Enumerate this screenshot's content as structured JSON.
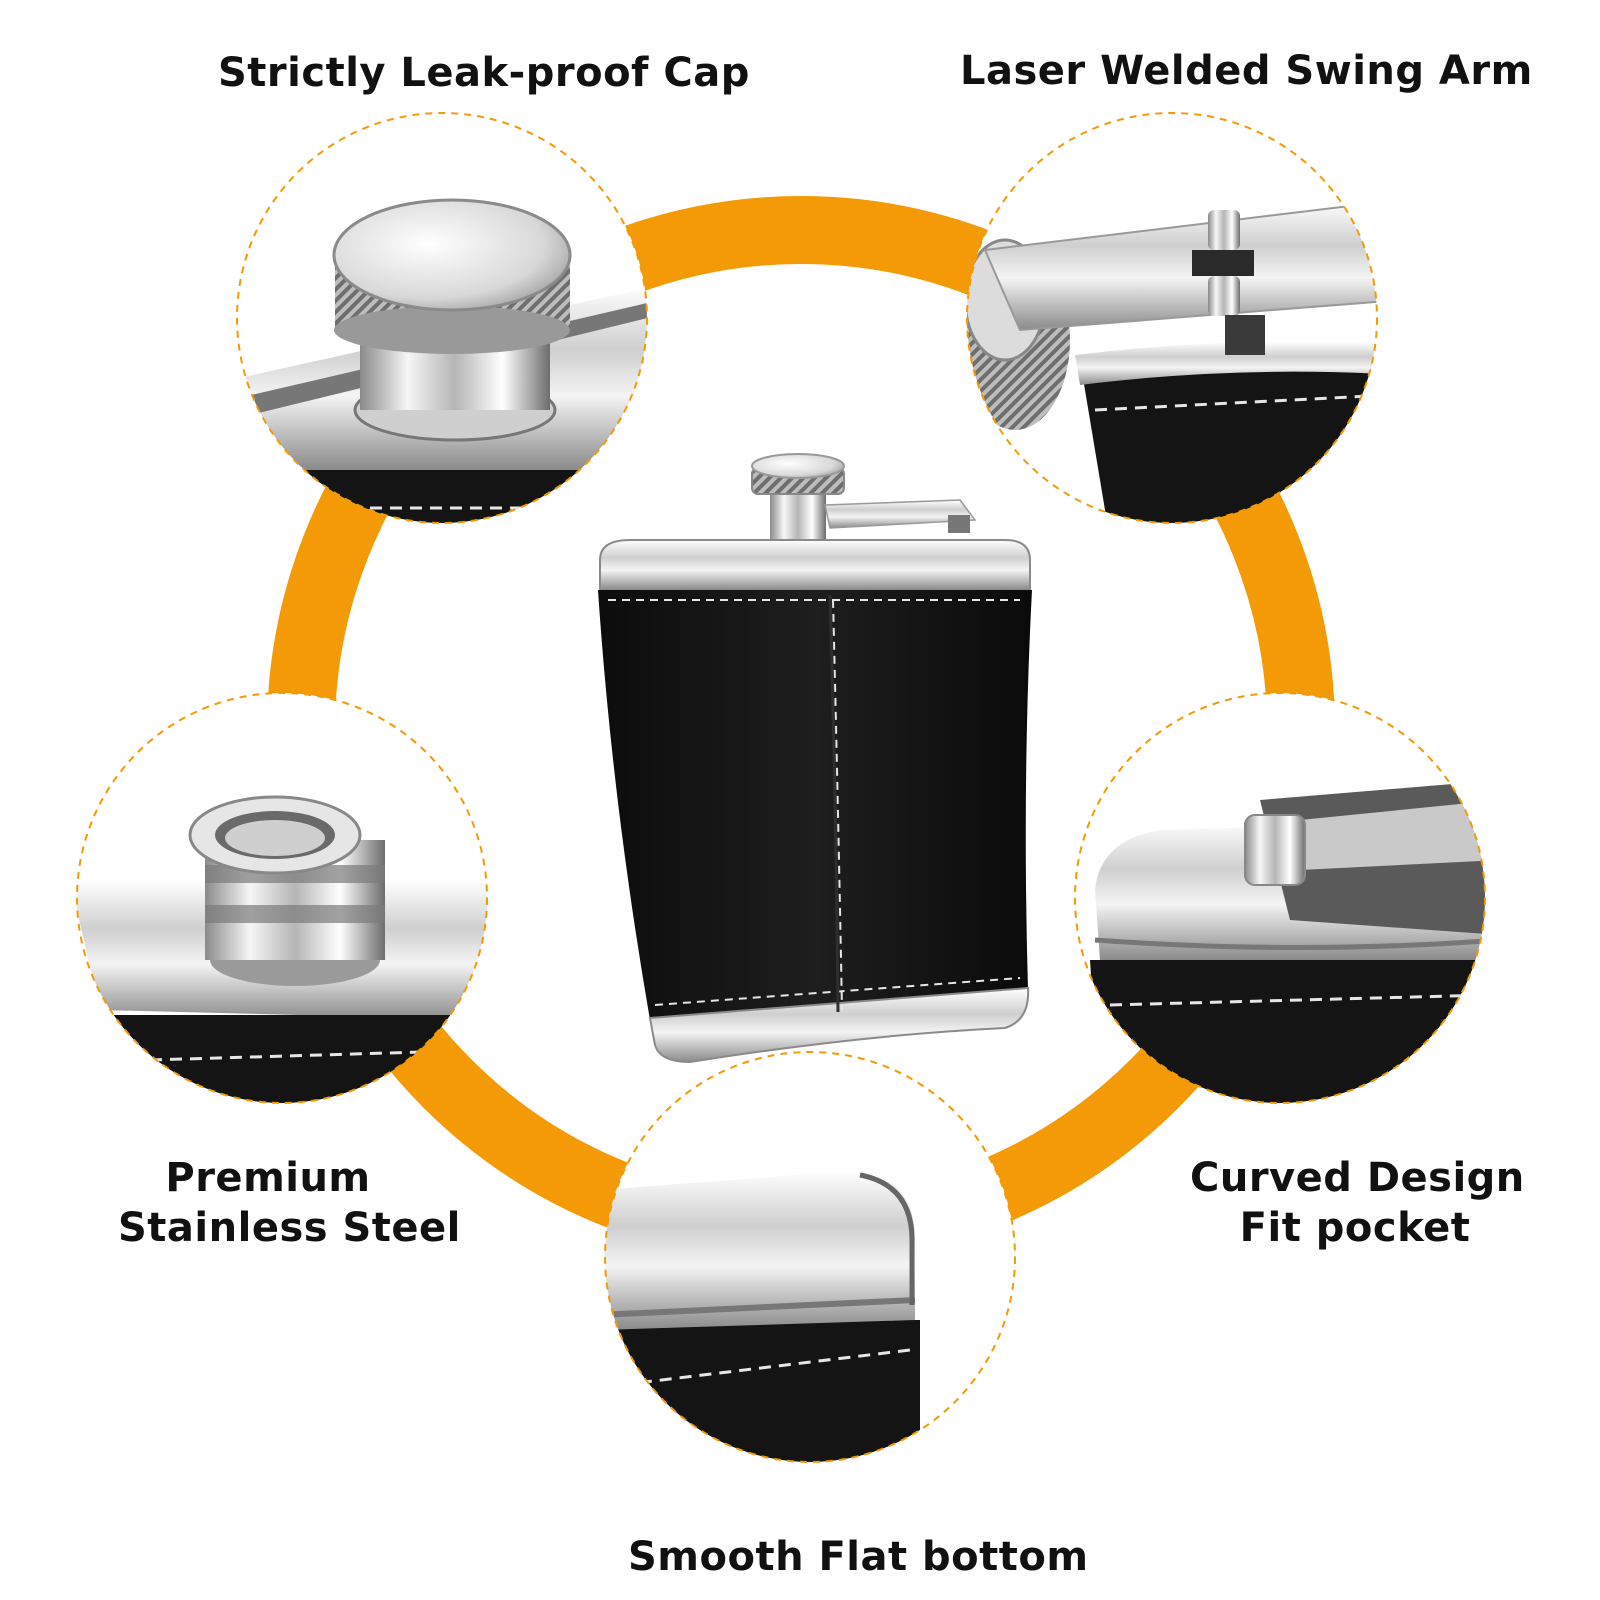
{
  "accent_color": "#f39a06",
  "dashed_circle_color": "#f39a06",
  "features": {
    "cap": {
      "label": "Strictly Leak-proof Cap",
      "icon": "knurled-cap-closeup"
    },
    "arm": {
      "label": "Laser Welded Swing Arm",
      "icon": "swing-arm-hinge-closeup"
    },
    "steel": {
      "line1": "Premium",
      "line2": "Stainless Steel",
      "icon": "threaded-neck-closeup"
    },
    "curved": {
      "line1": "Curved Design",
      "line2": "Fit pocket",
      "icon": "curved-edge-closeup"
    },
    "bottom": {
      "label": "Smooth Flat bottom",
      "icon": "flat-bottom-closeup"
    }
  },
  "product": {
    "icon": "leather-hip-flask",
    "leather_color": "#141414",
    "steel_color": "#d8d8d8",
    "stitch_color": "#e6e6e6"
  }
}
